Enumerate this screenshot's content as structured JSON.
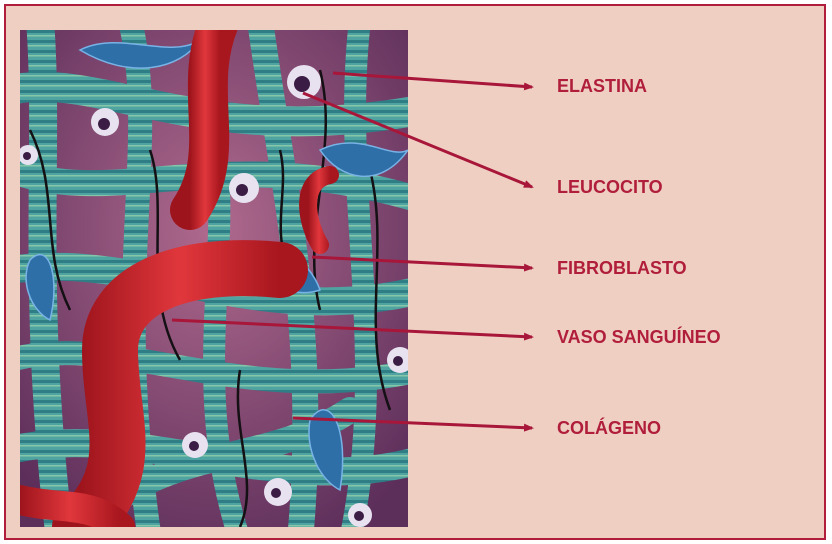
{
  "diagram": {
    "labels": {
      "elastina": "ELASTINA",
      "leucocito": "LEUCOCITO",
      "fibroblasto": "FIBROBLASTO",
      "vaso": "VASO SANGUÍNEO",
      "colageno": "COLÁGENO"
    },
    "colors": {
      "border": "#b01e3c",
      "panel_background": "#efcfc1",
      "label_text": "#b01e3c",
      "leader_line": "#a8163a",
      "illustration_base": "#7a3b66",
      "collagen": "#4fa3a0",
      "blood_vessel": "#c8232c",
      "fibroblast": "#2e6fa8",
      "leukocyte": "#e8e2f0",
      "elastin": "#141014"
    },
    "illustration_icon": "connective-tissue-illustration"
  }
}
